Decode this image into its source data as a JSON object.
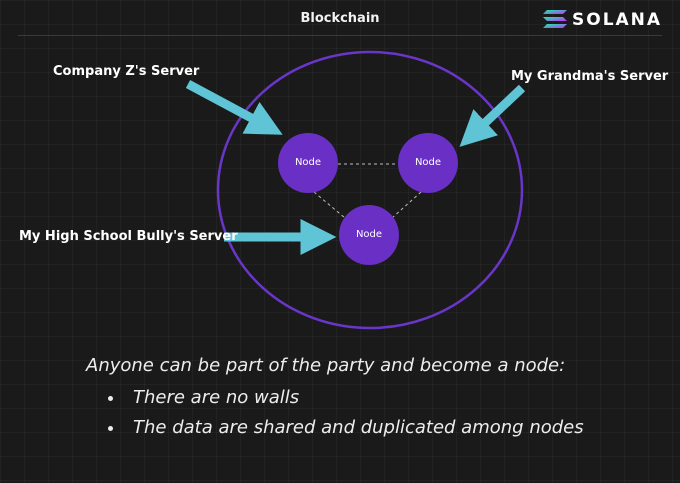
{
  "header": {
    "title": "Blockchain",
    "logo_text": "SOLANA"
  },
  "colors": {
    "background": "#1a1a1a",
    "node_fill": "#6a2fc4",
    "network_ring": "#6a35c9",
    "arrow": "#5fc5d6",
    "text": "#ffffff",
    "logo_gradient_start": "#9945ff",
    "logo_gradient_end": "#14f195"
  },
  "diagram": {
    "nodes": [
      {
        "id": "node-1",
        "label": "Node"
      },
      {
        "id": "node-2",
        "label": "Node"
      },
      {
        "id": "node-3",
        "label": "Node"
      }
    ],
    "links": [
      {
        "from": "node-1",
        "to": "node-2",
        "style": "dashed"
      },
      {
        "from": "node-1",
        "to": "node-3",
        "style": "dashed"
      },
      {
        "from": "node-2",
        "to": "node-3",
        "style": "dashed"
      }
    ],
    "callouts": [
      {
        "label": "Company Z's Server",
        "target": "node-1"
      },
      {
        "label": "My Grandma's Server",
        "target": "node-2"
      },
      {
        "label": "My High School Bully's Server",
        "target": "node-3"
      }
    ]
  },
  "statement": "Anyone can be part of the party and become a node:",
  "bullets": [
    "There are no walls",
    "The data are shared and duplicated among nodes"
  ]
}
